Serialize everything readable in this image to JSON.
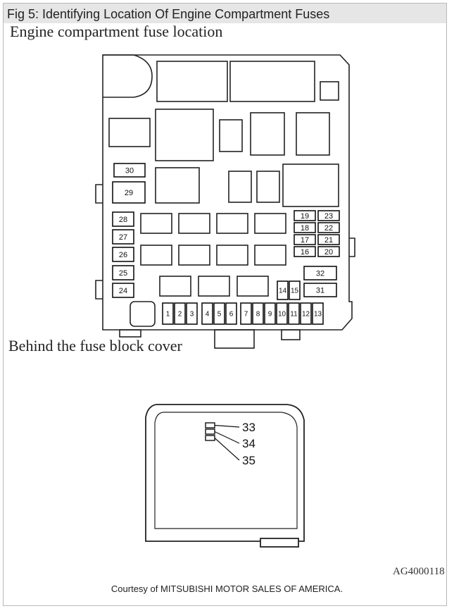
{
  "title": "Fig 5: Identifying Location Of Engine Compartment Fuses",
  "heading_main": "Engine compartment fuse location",
  "heading_cover": "Behind the fuse block cover",
  "image_code": "AG4000118",
  "credit": "Courtesy of MITSUBISHI MOTOR SALES OF AMERICA.",
  "fuses": {
    "left_column": [
      "30",
      "29",
      "28",
      "27",
      "26",
      "25",
      "24"
    ],
    "right_pairs": [
      [
        "19",
        "23"
      ],
      [
        "18",
        "22"
      ],
      [
        "17",
        "21"
      ],
      [
        "16",
        "20"
      ]
    ],
    "right_single": [
      "32",
      "31"
    ],
    "small_pair": [
      "14",
      "15"
    ],
    "bottom_row": [
      "1",
      "2",
      "3",
      "4",
      "5",
      "6",
      "7",
      "8",
      "9",
      "10",
      "11",
      "12",
      "13"
    ]
  },
  "cover_fuses": [
    "33",
    "34",
    "35"
  ]
}
